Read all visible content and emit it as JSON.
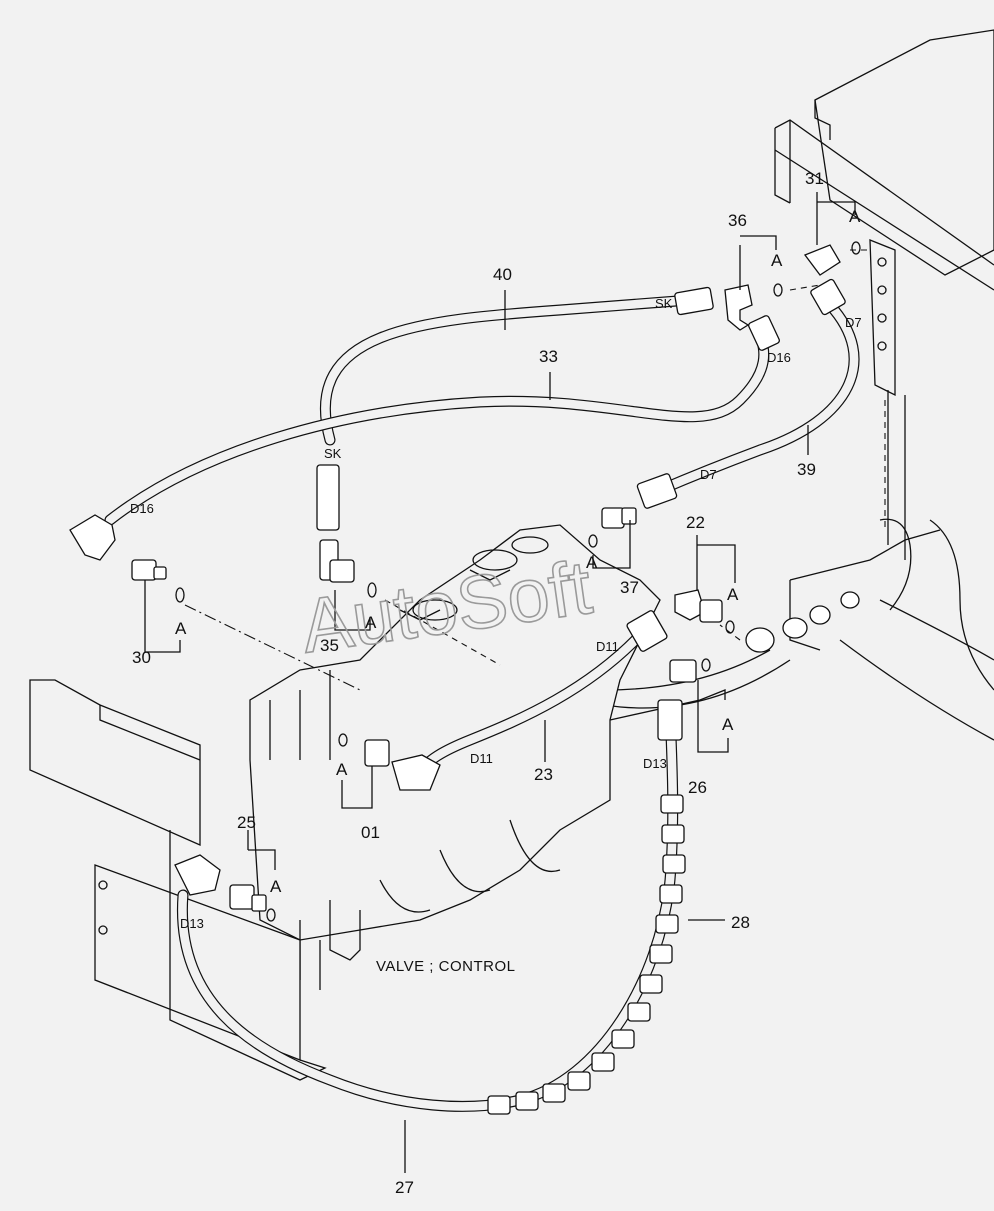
{
  "title": "VALVE ; CONTROL",
  "watermark": "AutoSoft",
  "parts": {
    "p01": "01",
    "p22": "22",
    "p23": "23",
    "p25": "25",
    "p26": "26",
    "p27": "27",
    "p28": "28",
    "p30": "30",
    "p31": "31",
    "p33": "33",
    "p35": "35",
    "p36": "36",
    "p37": "37",
    "p39": "39",
    "p40": "40"
  },
  "sizes": {
    "d16_a": "D16",
    "d16_b": "D16",
    "d7_a": "D7",
    "d7_b": "D7",
    "d11_a": "D11",
    "d11_b": "D11",
    "d13_a": "D13",
    "d13_b": "D13",
    "sk_a": "SK",
    "sk_b": "SK"
  },
  "oring_label": "A",
  "colors": {
    "background": "#f2f2f2",
    "line": "#111111",
    "watermark": "#9a9a9a"
  }
}
